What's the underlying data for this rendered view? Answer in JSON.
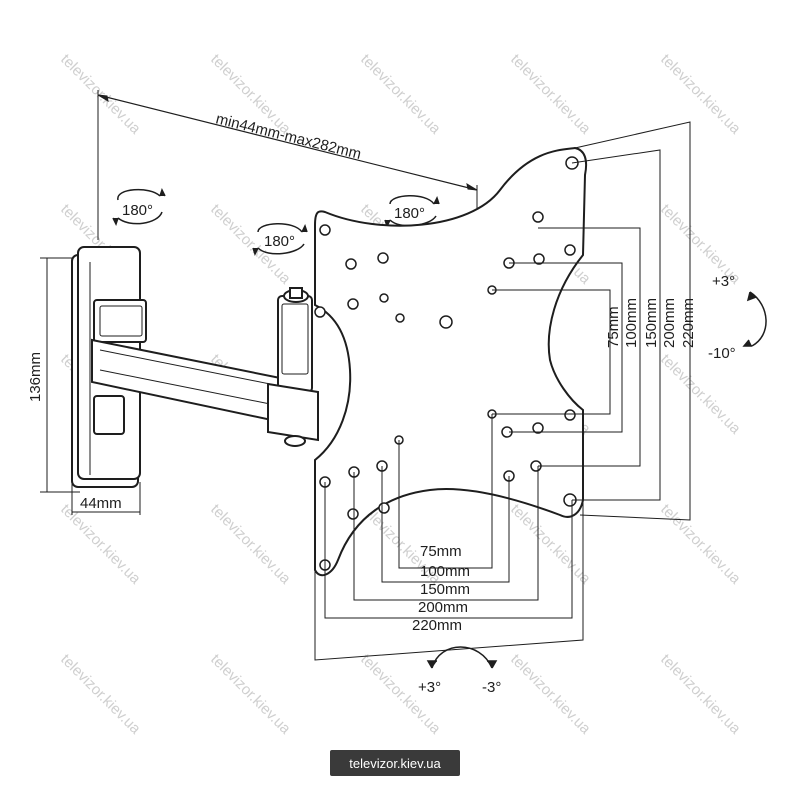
{
  "watermark": "televizor.kiev.ua",
  "footer": {
    "site": "televizor.kiev.ua"
  },
  "dimensions": {
    "arm_extension": "min44mm-max282mm",
    "wall_height": "136mm",
    "wall_depth": "44mm",
    "vertical_spacings": [
      "75mm",
      "100mm",
      "150mm",
      "200mm",
      "220mm"
    ],
    "horizontal_spacings": [
      "75mm",
      "100mm",
      "150mm",
      "200mm",
      "220mm"
    ]
  },
  "rotation": {
    "wall_swivel": "180°",
    "arm_swivel": "180°",
    "plate_swivel": "180°",
    "tilt_up": "+3°",
    "tilt_down": "-10°",
    "rotate_left": "+3°",
    "rotate_right": "-3°"
  },
  "colors": {
    "line": "#1e1e1e",
    "watermark": "#cfcfcf",
    "footer_bg": "#3a3a3a"
  }
}
